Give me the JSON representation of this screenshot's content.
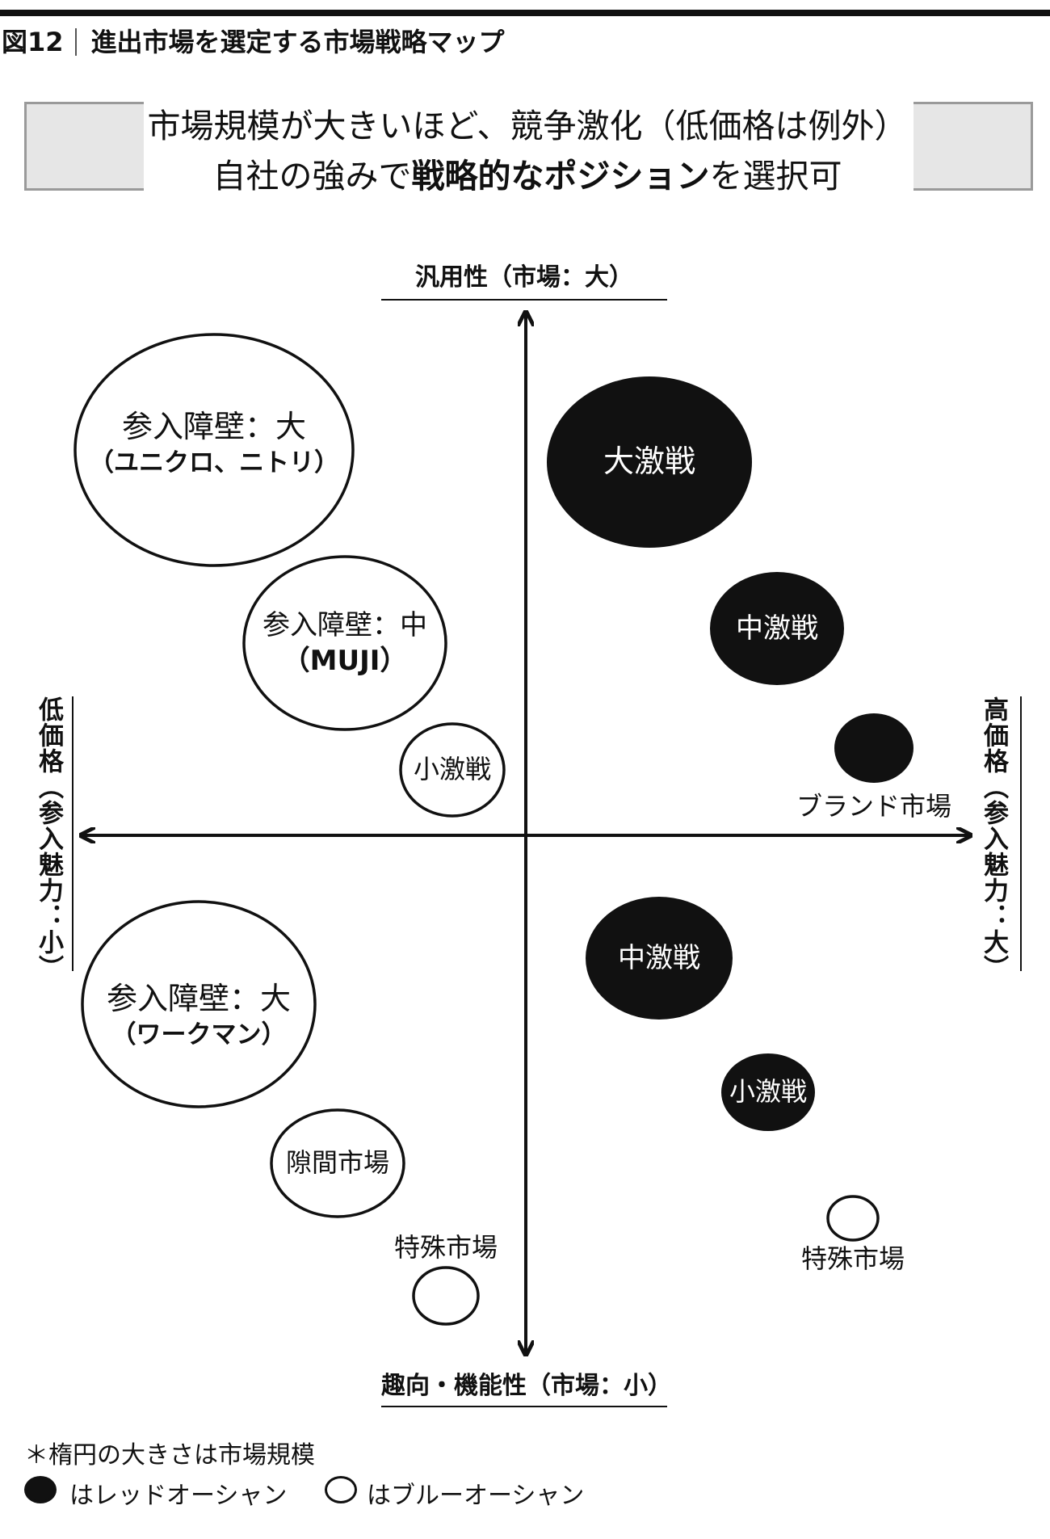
{
  "header": {
    "figure_number": "図12",
    "figure_title": "進出市場を選定する市場戦略マップ"
  },
  "summary": {
    "line1": "市場規模が大きいほど、競争激化（低価格は例外）",
    "line2_pre": "自社の強みで",
    "line2_bold": "戦略的なポジション",
    "line2_post": "を選択可"
  },
  "axes": {
    "top": "汎用性（市場：大）",
    "bottom": "趣向・機能性（市場：小）",
    "left": "低価格（参入魅力：小）",
    "right": "高価格（参入魅力：大）"
  },
  "bubbles": {
    "big_barrier": {
      "line1": "参入障壁：大",
      "line2": "（ユニクロ、ニトリ）"
    },
    "mid_barrier": {
      "line1": "参入障壁：中",
      "line2": "（MUJI）"
    },
    "small_battle_left": {
      "line1": "小激戦"
    },
    "big_battle": {
      "line1": "大激戦"
    },
    "mid_battle_upper": {
      "line1": "中激戦"
    },
    "brand_market": {
      "label": "ブランド市場"
    },
    "workman_barrier": {
      "line1": "参入障壁：大",
      "line2": "（ワークマン）"
    },
    "niche_market": {
      "line1": "隙間市場"
    },
    "special_market_left": {
      "label": "特殊市場"
    },
    "mid_battle_lower": {
      "line1": "中激戦"
    },
    "small_battle_right": {
      "line1": "小激戦"
    },
    "special_market_right": {
      "label": "特殊市場"
    }
  },
  "notes": {
    "ellipse_size": "＊楕円の大きさは市場規模",
    "red_ocean": "はレッドオーシャン",
    "blue_ocean": "はブルーオーシャン"
  },
  "colors": {
    "red_ocean_fill": "#111111",
    "blue_ocean_fill": "#ffffff",
    "header_box": "#e6e6e6"
  }
}
